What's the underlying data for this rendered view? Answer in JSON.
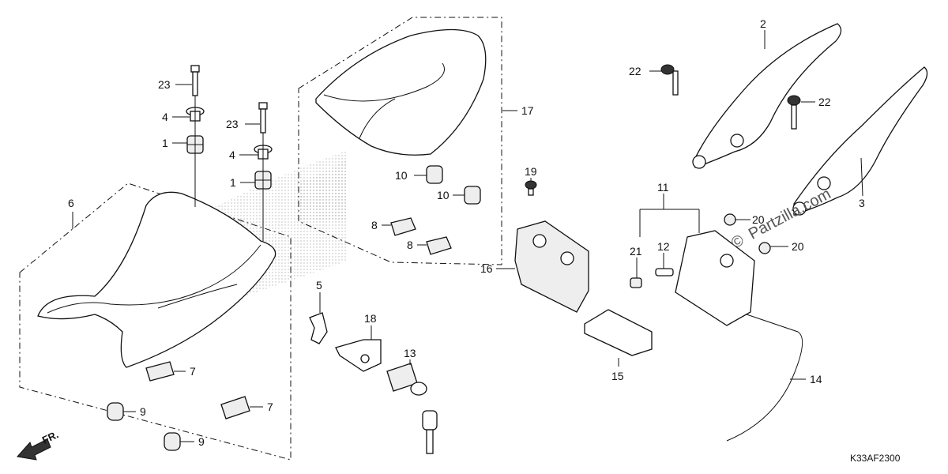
{
  "diagram": {
    "code": "K33AF2300",
    "watermark": "Partzilla.com",
    "watermark_symbol": "©",
    "front_label": "FR.",
    "labels": {
      "l23a": "23",
      "l4a": "4",
      "l1a": "1",
      "l23b": "23",
      "l4b": "4",
      "l1b": "1",
      "l6": "6",
      "l17": "17",
      "l10a": "10",
      "l10b": "10",
      "l8a": "8",
      "l8b": "8",
      "l7a": "7",
      "l7b": "7",
      "l9a": "9",
      "l9b": "9",
      "l5": "5",
      "l18": "18",
      "l13": "13",
      "l19": "19",
      "l16": "16",
      "l15": "15",
      "l11": "11",
      "l12": "12",
      "l21": "21",
      "l20a": "20",
      "l20b": "20",
      "l14": "14",
      "l2": "2",
      "l3": "3",
      "l22a": "22",
      "l22b": "22"
    }
  }
}
